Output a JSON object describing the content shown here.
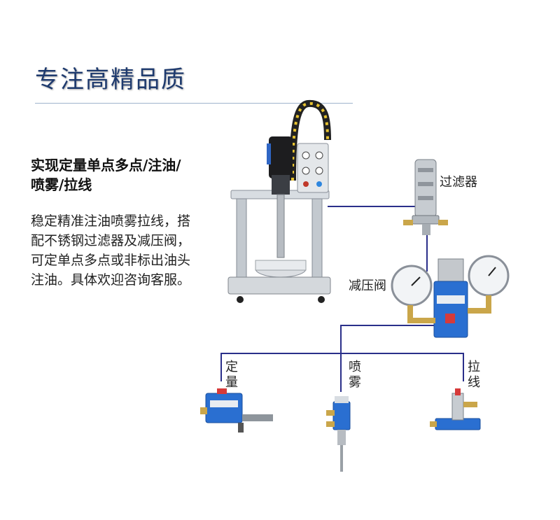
{
  "title": "专注高精品质",
  "heading": "实现定量单点多点/注油/喷雾/拉线",
  "description": "稳定精准注油喷雾拉线，搭配不锈钢过滤器及减压阀，可定单点多点或非标出油头注油。具体欢迎咨询客服。",
  "labels": {
    "filter": "过滤器",
    "valve": "减压阀",
    "quant_1": "定",
    "quant_2": "量",
    "spray_1": "喷",
    "spray_2": "雾",
    "pull_1": "拉",
    "pull_2": "线"
  },
  "colors": {
    "title": "#1e3a6e",
    "line": "#2a2f8a",
    "device_blue": "#2a6fd1"
  }
}
